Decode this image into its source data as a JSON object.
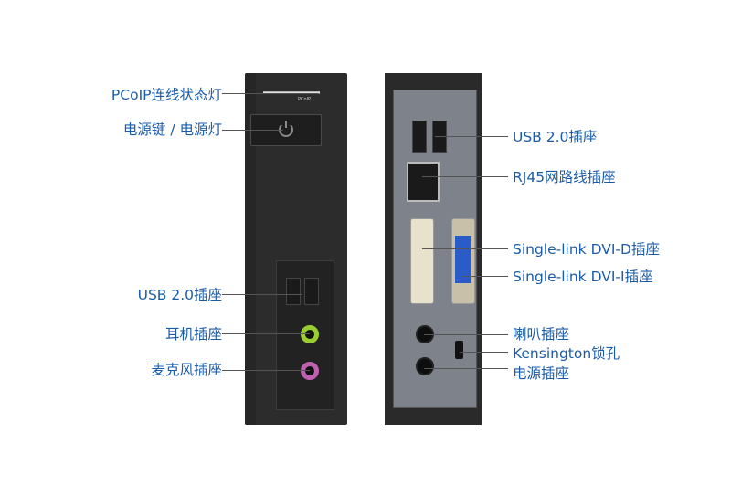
{
  "front_labels": {
    "pcoip_led": "PCoIP连线状态灯",
    "power": "电源键 / 电源灯",
    "usb": "USB 2.0插座",
    "headphone": "耳机插座",
    "microphone": "麦克风插座"
  },
  "back_labels": {
    "usb": "USB 2.0插座",
    "rj45": "RJ45网路线插座",
    "dvi_d": "Single-link DVI-D插座",
    "dvi_i": "Single-link DVI-I插座",
    "speaker": "喇叭插座",
    "kensington": "Kensington锁孔",
    "power": "电源插座"
  },
  "device_marks": {
    "pcoip": "PCoIP"
  },
  "colors": {
    "label": "#1b5ca8",
    "headphone": "#9acd32",
    "microphone": "#c060b0",
    "dvi_i": "#2a5cc8"
  }
}
